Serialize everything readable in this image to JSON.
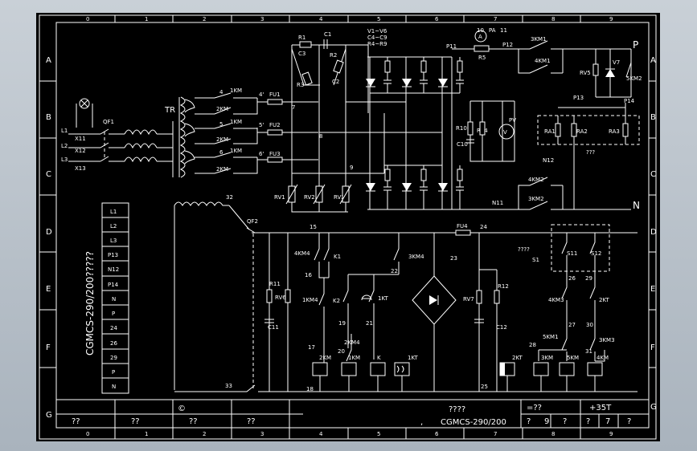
{
  "border": {
    "col_numbers": [
      "0",
      "1",
      "2",
      "3",
      "4",
      "5",
      "6",
      "7",
      "8",
      "9"
    ],
    "row_letters": [
      "A",
      "B",
      "C",
      "D",
      "E",
      "F",
      "G"
    ]
  },
  "input": {
    "phases": [
      "L1",
      "L2",
      "L3"
    ],
    "terminals": [
      "X11",
      "X12",
      "X13"
    ],
    "breaker": "QF1",
    "transformer": "TR"
  },
  "taps": {
    "n4": "4",
    "n5": "5",
    "n6": "6",
    "km1": "1KM",
    "km2": "2KM",
    "p4": "4'",
    "p5": "5'",
    "p6": "6'",
    "fu1": "FU1",
    "fu2": "FU2",
    "fu3": "FU3",
    "n7": "7",
    "n8": "8",
    "n9": "9"
  },
  "rc": {
    "r1": "R1",
    "c1": "C1",
    "r2": "R2",
    "c3": "C3",
    "r3": "R3",
    "c2": "C2",
    "rv1": "RV1",
    "rv2": "RV2",
    "rv3": "RV3"
  },
  "bridge": {
    "label_l1": "V1~V6",
    "label_l2": "C4~C9",
    "label_l3": "R4~R9",
    "p11": "P11",
    "p12": "P12",
    "n11": "N11",
    "n12": "N12",
    "pa": "PA",
    "pa_l": "10",
    "pa_r": "11",
    "r5": "R5",
    "km1": "3KM1",
    "km2": "3KM2",
    "km2b": "4KM2",
    "km1b": "4KM1",
    "p": "P",
    "n": "N",
    "v7": "V7",
    "rv5": "RV5",
    "km5": "5KM2",
    "p13": "P13",
    "p14": "P14",
    "r10": "R10",
    "rv4": "RV4",
    "c10": "C10",
    "pv": "PV",
    "ra1": "RA1",
    "ra2": "RA2",
    "ra3": "RA3",
    "ra_caption": "???"
  },
  "control": {
    "n32": "32",
    "n33": "33",
    "qf2": "QF2",
    "n15": "15",
    "n16": "16",
    "n17": "17",
    "n18": "18",
    "n19": "19",
    "n20": "20",
    "n21": "21",
    "n22": "22",
    "n23": "23",
    "n24": "24",
    "n25": "25",
    "n26": "26",
    "n27": "27",
    "n28": "28",
    "n29": "29",
    "n30": "30",
    "n31": "31",
    "fu4": "FU4",
    "km4a": "4KM4",
    "k1": "K1",
    "km4b": "3KM4",
    "km4c": "1KM4",
    "k2": "K2",
    "kt1": "1KT",
    "km4d": "2KM4",
    "r11": "R11",
    "rv6": "RV6",
    "c11": "C11",
    "rv7": "RV7",
    "r12": "R12",
    "c12": "C12",
    "s1cap": "????",
    "s1": "S1",
    "s11": "S11",
    "s12": "S12",
    "km3a": "4KM3",
    "kt2": "2KT",
    "km1c": "5KM1",
    "km3b": "3KM3",
    "coils": [
      "2KM",
      "1KM",
      "K",
      "1KT",
      "2KT",
      "3KM",
      "5KM",
      "4KM"
    ]
  },
  "terminal_block": {
    "title": "CGMCS-290/200?????",
    "items": [
      "L1",
      "L2",
      "L3",
      "P13",
      "N12",
      "P14",
      "N",
      "P",
      "24",
      "26",
      "29",
      "P",
      "N"
    ]
  },
  "title_block": {
    "copyright": "©",
    "cells_bottom": [
      "??",
      "??",
      "??",
      "??"
    ],
    "center_title": "????",
    "model": "CGMCS-290/200",
    "dot": ",",
    "scale": "=??",
    "weight": "+35T",
    "r2": [
      "?",
      "9",
      "?",
      "?",
      "7",
      "?"
    ]
  }
}
